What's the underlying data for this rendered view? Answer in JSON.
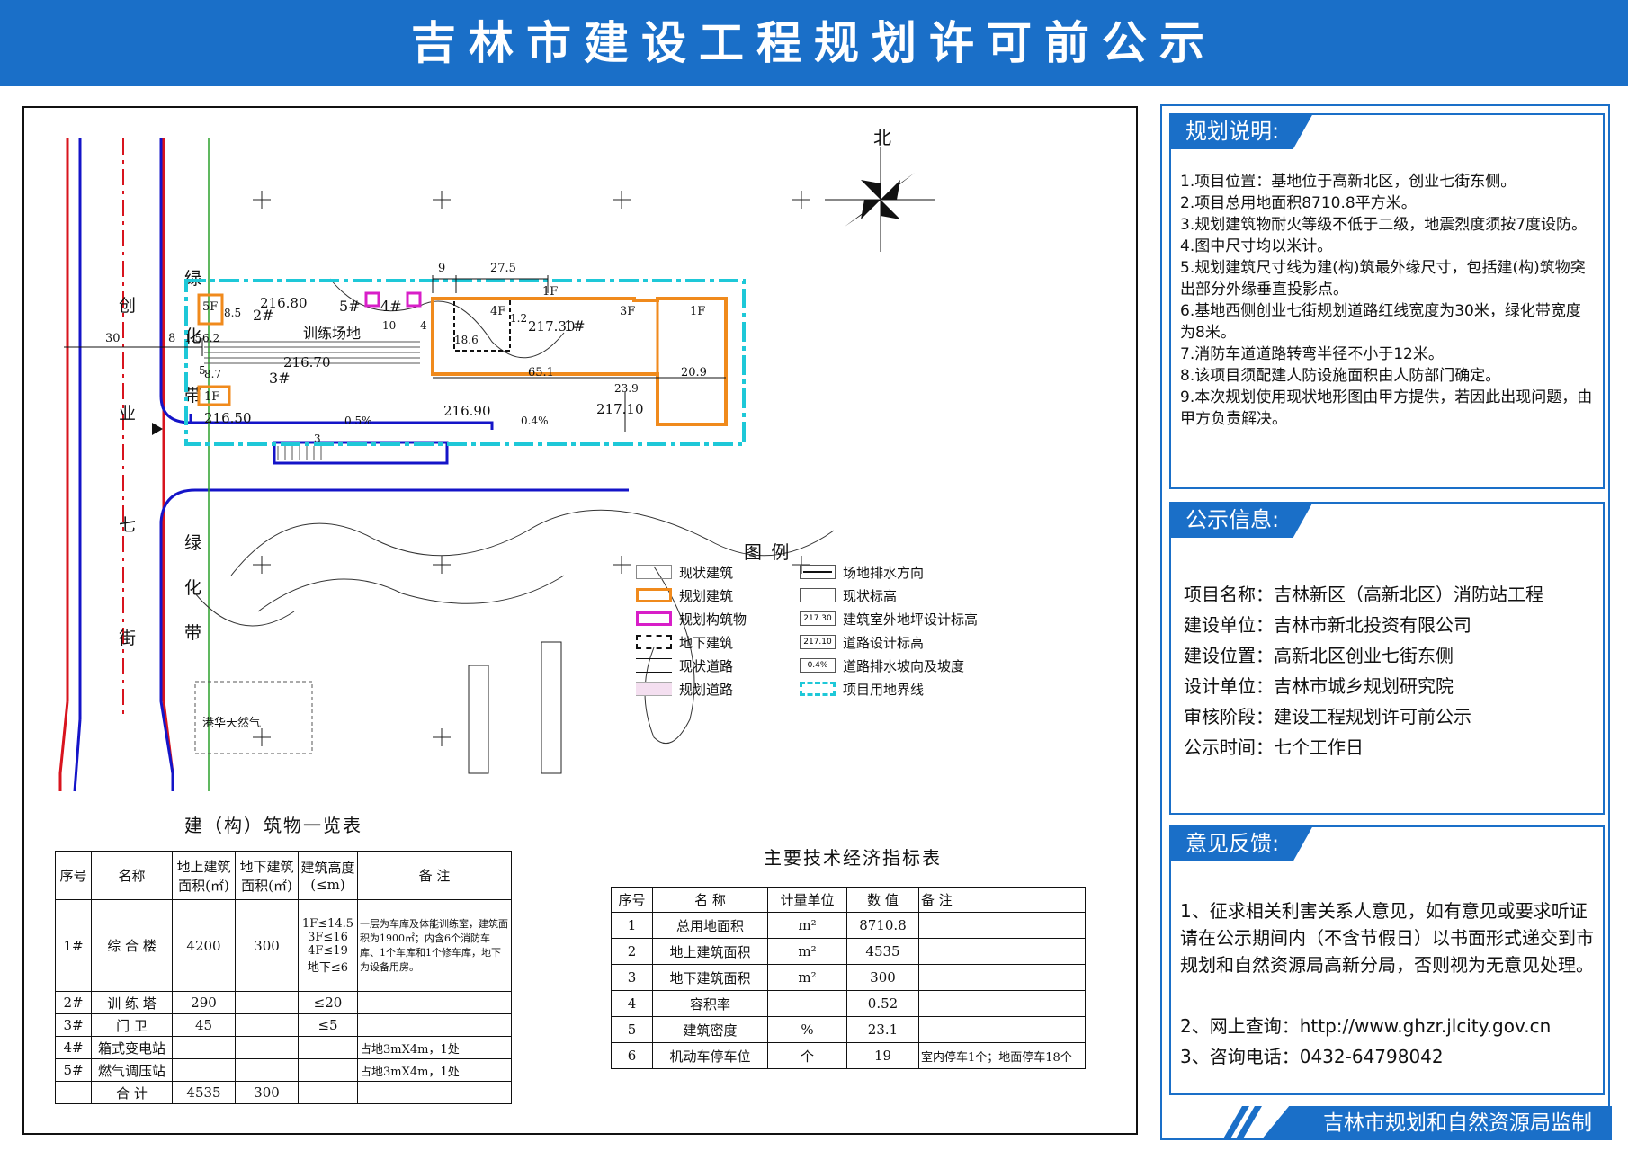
{
  "banner": {
    "title": "吉林市建设工程规划许可前公示"
  },
  "map": {
    "north": "北",
    "road_name_chars": [
      "创",
      "业",
      "七",
      "街"
    ],
    "green_belt_chars_top": [
      "绿",
      "化",
      "带"
    ],
    "green_belt_chars_bottom": [
      "绿",
      "化",
      "带"
    ],
    "training_ground": "训练场地",
    "gas_label": "港华天然气",
    "building_tags": {
      "b1": "1#",
      "b2": "2#",
      "b3": "3#",
      "b4": "4#",
      "b5": "5#"
    },
    "floor_tags": {
      "f5": "5F",
      "f1a": "1F",
      "f1b": "1F",
      "f1c": "1F",
      "f3": "3F",
      "f4": "4F"
    },
    "elevations": {
      "e1": "216.80",
      "e2": "216.70",
      "e3": "216.50",
      "e4": "216.90",
      "e5": "217.30",
      "e6": "217.10"
    },
    "dims": {
      "d9": "9",
      "d275": "27.5",
      "d30": "30",
      "d8": "8",
      "d15": "1.5",
      "d62": "6.2",
      "d87": "8.7",
      "d10": "10",
      "d186": "18.6",
      "d651": "65.1",
      "d209": "20.9",
      "d239": "23.9",
      "d5": "5",
      "d3": "3",
      "d4": "4",
      "d12": "1.2",
      "d85": "8.5"
    },
    "slopes": {
      "s1": "0.5%",
      "s2": "0.4%"
    }
  },
  "legend": {
    "title": "图  例",
    "items_left": [
      "现状建筑",
      "规划建筑",
      "规划构筑物",
      "地下建筑",
      "现状道路",
      "规划道路"
    ],
    "items_right": [
      "场地排水方向",
      "现状标高",
      "建筑室外地坪设计标高",
      "道路设计标高",
      "道路排水坡向及坡度",
      "项目用地界线"
    ],
    "right_samples": [
      "",
      "",
      "217.30",
      "217.10",
      "0.4%",
      ""
    ]
  },
  "buildings_table": {
    "title": "建（构）筑物一览表",
    "headers": [
      "序号",
      "名称",
      "地上建筑面积(㎡)",
      "地下建筑面积(㎡)",
      "建筑高度(≤m)",
      "备  注"
    ],
    "rows": [
      {
        "no": "1#",
        "name": "综 合 楼",
        "above": "4200",
        "below": "300",
        "height": "1F≤14.5 3F≤16 4F≤19 地下≤6",
        "note": "一层为车库及体能训练室，建筑面积为1900㎡；内含6个消防车库、1个车库和1个修车库，地下为设备用房。"
      },
      {
        "no": "2#",
        "name": "训 练 塔",
        "above": "290",
        "below": "",
        "height": "≤20",
        "note": ""
      },
      {
        "no": "3#",
        "name": "门   卫",
        "above": "45",
        "below": "",
        "height": "≤5",
        "note": ""
      },
      {
        "no": "4#",
        "name": "箱式变电站",
        "above": "",
        "below": "",
        "height": "",
        "note": "占地3mX4m，1处"
      },
      {
        "no": "5#",
        "name": "燃气调压站",
        "above": "",
        "below": "",
        "height": "",
        "note": "占地3mX4m，1处"
      },
      {
        "no": "",
        "name": "合   计",
        "above": "4535",
        "below": "300",
        "height": "",
        "note": ""
      }
    ]
  },
  "econ_table": {
    "title": "主要技术经济指标表",
    "headers": [
      "序号",
      "名  称",
      "计量单位",
      "数 值",
      "备 注"
    ],
    "rows": [
      {
        "no": "1",
        "name": "总用地面积",
        "unit": "m²",
        "value": "8710.8",
        "note": ""
      },
      {
        "no": "2",
        "name": "地上建筑面积",
        "unit": "m²",
        "value": "4535",
        "note": ""
      },
      {
        "no": "3",
        "name": "地下建筑面积",
        "unit": "m²",
        "value": "300",
        "note": ""
      },
      {
        "no": "4",
        "name": "容积率",
        "unit": "",
        "value": "0.52",
        "note": ""
      },
      {
        "no": "5",
        "name": "建筑密度",
        "unit": "%",
        "value": "23.1",
        "note": ""
      },
      {
        "no": "6",
        "name": "机动车停车位",
        "unit": "个",
        "value": "19",
        "note": "室内停车1个；地面停车18个"
      }
    ]
  },
  "planning": {
    "header": "规划说明:",
    "items": [
      "1.项目位置：基地位于高新北区，创业七街东侧。",
      "2.项目总用地面积8710.8平方米。",
      "3.规划建筑物耐火等级不低于二级，地震烈度须按7度设防。",
      "4.图中尺寸均以米计。",
      "5.规划建筑尺寸线为建(构)筑最外缘尺寸，包括建(构)筑物突出部分外缘垂直投影点。",
      "6.基地西侧创业七街规划道路红线宽度为30米，绿化带宽度为8米。",
      "7.消防车道道路转弯半径不小于12米。",
      "8.该项目须配建人防设施面积由人防部门确定。",
      "9.本次规划使用现状地形图由甲方提供，若因此出现问题，由甲方负责解决。"
    ]
  },
  "publicity": {
    "header": "公示信息:",
    "rows": [
      "项目名称：吉林新区（高新北区）消防站工程",
      "建设单位：吉林市新北投资有限公司",
      "建设位置：高新北区创业七街东侧",
      "设计单位：吉林市城乡规划研究院",
      "审核阶段：建设工程规划许可前公示",
      "公示时间：七个工作日"
    ]
  },
  "feedback": {
    "header": "意见反馈:",
    "items": [
      "1、征求相关利害关系人意见，如有意见或要求听证请在公示期间内（不含节假日）以书面形式递交到市规划和自然资源局高新分局，否则视为无意见处理。",
      "2、网上查询：http://www.ghzr.jlcity.gov.cn",
      "3、咨询电话：0432-64798042"
    ]
  },
  "footer": {
    "text": "吉林市规划和自然资源局监制"
  },
  "colors": {
    "banner": "#1a6fc8",
    "planned": "#f08a1c",
    "structure": "#d81ec8",
    "boundary": "#1ec8d8",
    "road_red": "#d8141e",
    "road_blue": "#1414c8",
    "green": "#2ca02c"
  }
}
